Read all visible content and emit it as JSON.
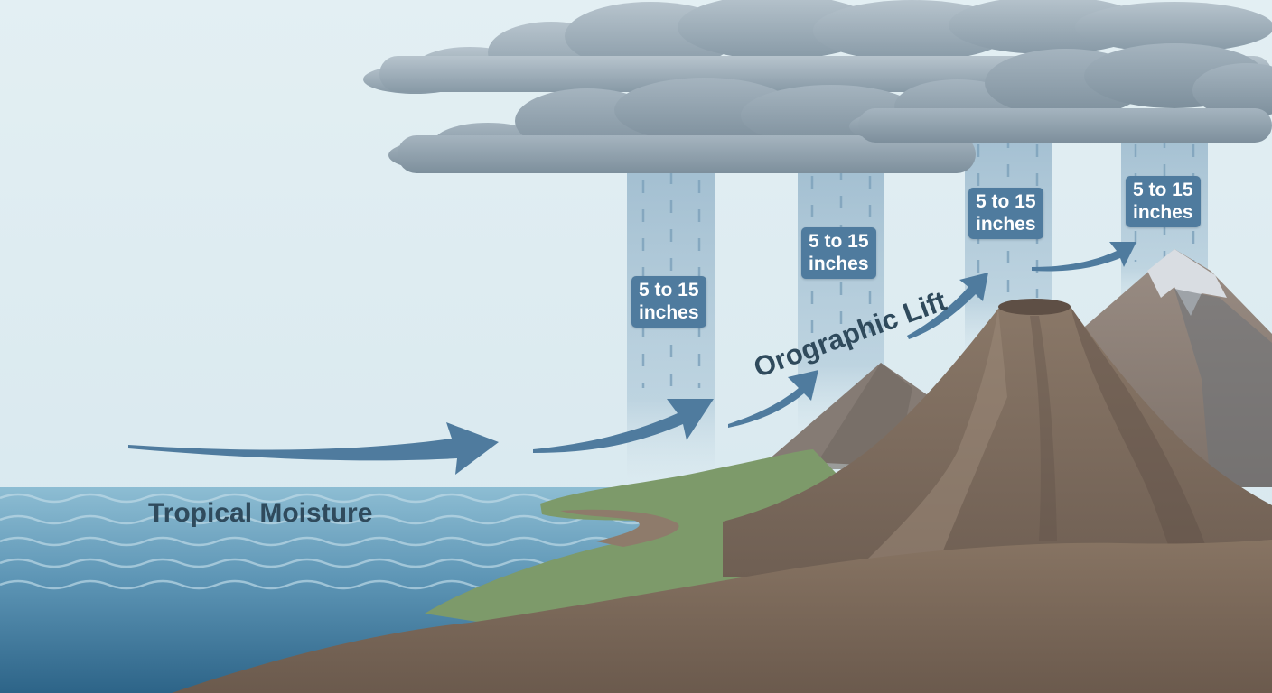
{
  "labels": {
    "moisture": "Tropical Moisture",
    "lift": "Orographic Lift"
  },
  "rain_bands": [
    {
      "line1": "5 to 15",
      "line2": "inches"
    },
    {
      "line1": "5 to 15",
      "line2": "inches"
    },
    {
      "line1": "5 to 15",
      "line2": "inches"
    },
    {
      "line1": "5 to 15",
      "line2": "inches"
    }
  ],
  "colors": {
    "sky": "#dcebf0",
    "ocean": "#5d95b5",
    "cloud": "#8a9ca8",
    "rain": "#a9c3d4",
    "arrow": "#4f7b9e",
    "label_box": "#4f7b9e",
    "ground": "#7e6d5e",
    "grass": "#7d9a6a",
    "mountain": "#7a6a5e",
    "snow": "#d9dde2",
    "text": "#2f4a5c"
  },
  "icons": {
    "flow_arrows": "arrow-icon",
    "rain_streaks": "rain-icon",
    "clouds": "cloud-icon"
  }
}
